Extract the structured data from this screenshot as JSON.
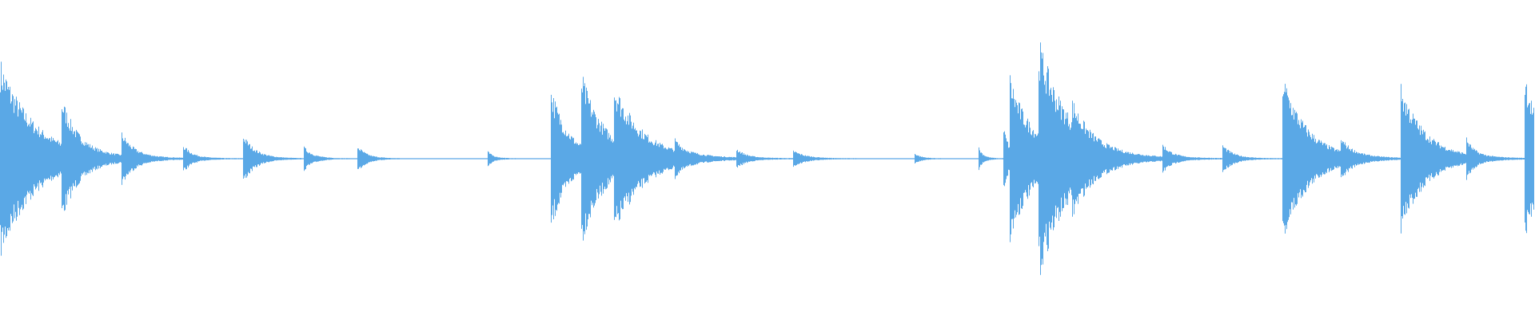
{
  "waveform": {
    "color": "#5aa8e6",
    "baseline_amplitude": 0.004,
    "duration_units": 1.0,
    "transients": [
      {
        "t": 0.0,
        "amp": 0.85,
        "decay": 0.022
      },
      {
        "t": 0.04,
        "amp": 0.4,
        "decay": 0.01
      },
      {
        "t": 0.079,
        "amp": 0.2,
        "decay": 0.008
      },
      {
        "t": 0.119,
        "amp": 0.12,
        "decay": 0.006
      },
      {
        "t": 0.158,
        "amp": 0.22,
        "decay": 0.008
      },
      {
        "t": 0.198,
        "amp": 0.1,
        "decay": 0.006
      },
      {
        "t": 0.233,
        "amp": 0.11,
        "decay": 0.006
      },
      {
        "t": 0.318,
        "amp": 0.06,
        "decay": 0.004
      },
      {
        "t": 0.359,
        "amp": 0.62,
        "decay": 0.012
      },
      {
        "t": 0.379,
        "amp": 0.62,
        "decay": 0.016
      },
      {
        "t": 0.4,
        "amp": 0.48,
        "decay": 0.02
      },
      {
        "t": 0.44,
        "amp": 0.09,
        "decay": 0.006
      },
      {
        "t": 0.48,
        "amp": 0.08,
        "decay": 0.006
      },
      {
        "t": 0.517,
        "amp": 0.07,
        "decay": 0.008
      },
      {
        "t": 0.596,
        "amp": 0.05,
        "decay": 0.004
      },
      {
        "t": 0.638,
        "amp": 0.1,
        "decay": 0.003
      },
      {
        "t": 0.654,
        "amp": 0.3,
        "decay": 0.004
      },
      {
        "t": 0.658,
        "amp": 0.65,
        "decay": 0.018
      },
      {
        "t": 0.677,
        "amp": 0.82,
        "decay": 0.02
      },
      {
        "t": 0.699,
        "amp": 0.18,
        "decay": 0.01
      },
      {
        "t": 0.758,
        "amp": 0.11,
        "decay": 0.006
      },
      {
        "t": 0.797,
        "amp": 0.12,
        "decay": 0.007
      },
      {
        "t": 0.836,
        "amp": 0.74,
        "decay": 0.016
      },
      {
        "t": 0.874,
        "amp": 0.12,
        "decay": 0.007
      },
      {
        "t": 0.913,
        "amp": 0.64,
        "decay": 0.016
      },
      {
        "t": 0.956,
        "amp": 0.14,
        "decay": 0.005
      },
      {
        "t": 0.994,
        "amp": 0.78,
        "decay": 0.01
      }
    ]
  }
}
